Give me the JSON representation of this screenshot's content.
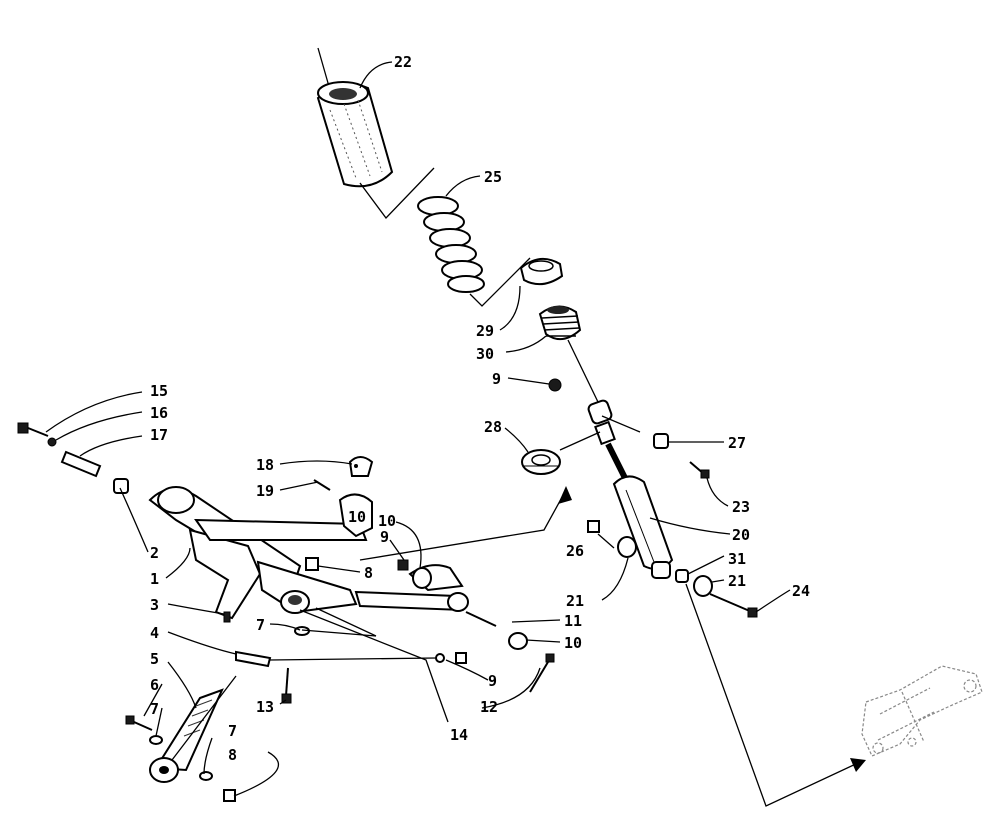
{
  "figure": {
    "callouts": [
      "22",
      "25",
      "29",
      "30",
      "9",
      "28",
      "27",
      "23",
      "20",
      "26",
      "31",
      "21",
      "24",
      "21",
      "10",
      "11",
      "10",
      "15",
      "16",
      "17",
      "2",
      "1",
      "3",
      "4",
      "5",
      "6",
      "7",
      "18",
      "19",
      "9",
      "10",
      "8",
      "7",
      "13",
      "14",
      "9",
      "12",
      "7",
      "8"
    ]
  }
}
